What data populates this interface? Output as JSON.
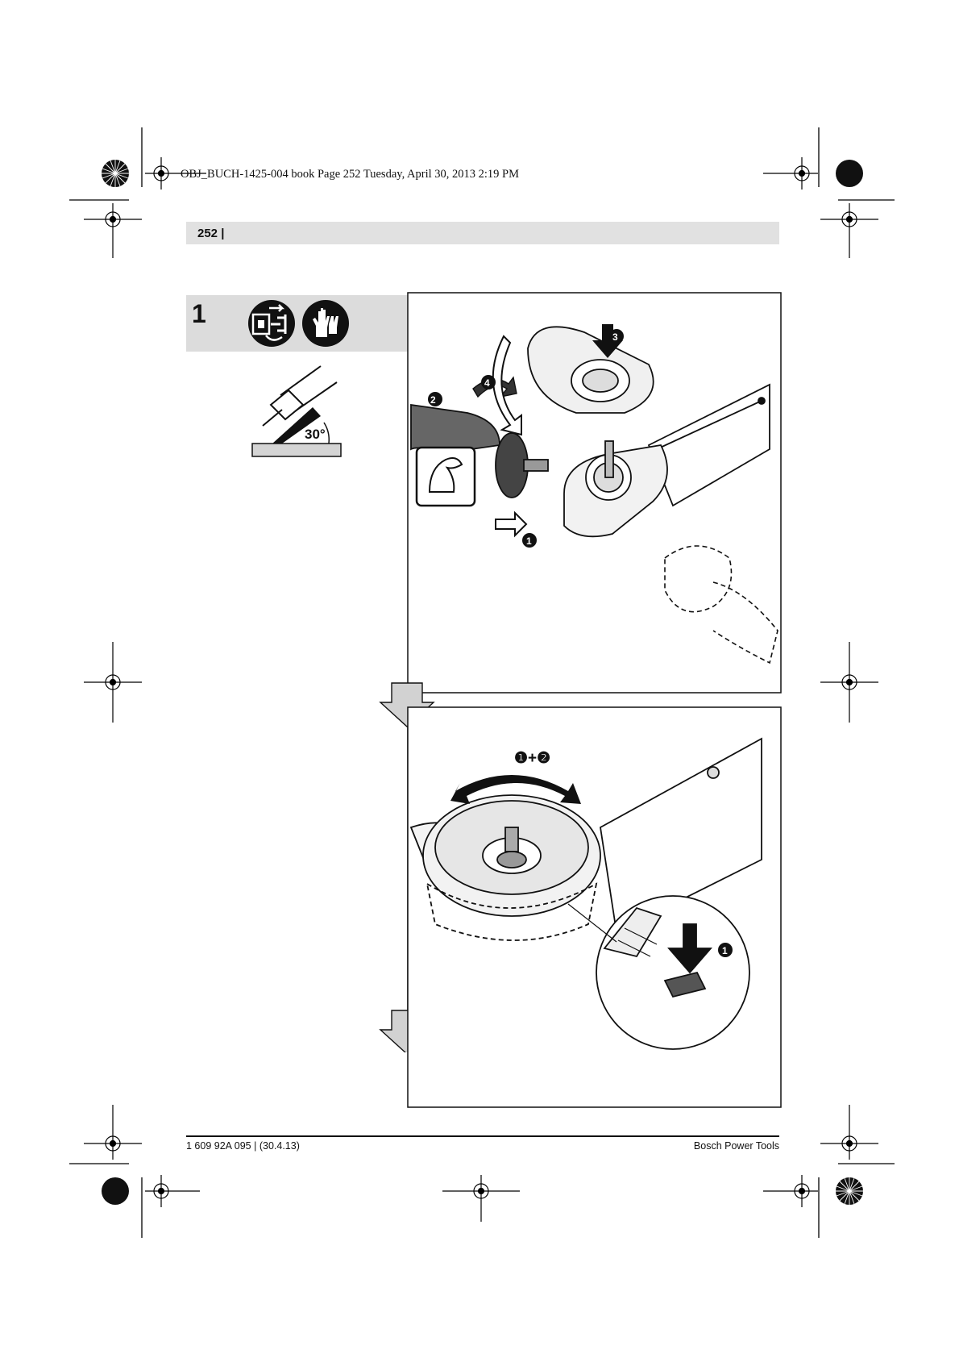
{
  "slug": "OBJ_BUCH-1425-004 book  Page 252  Tuesday, April 30, 2013  2:19 PM",
  "header": {
    "page_number": "252 |"
  },
  "step": {
    "number": "1",
    "icons": [
      "unplug-icon",
      "gloves-icon"
    ],
    "angle_label": "30°"
  },
  "panel_top": {
    "callouts": [
      "❷",
      "❸",
      "❹",
      "❶"
    ]
  },
  "panel_bottom": {
    "rotation_label": "❶+❷",
    "callout": "❶"
  },
  "footer": {
    "left": "1 609 92A 095 | (30.4.13)",
    "right": "Bosch Power Tools"
  }
}
